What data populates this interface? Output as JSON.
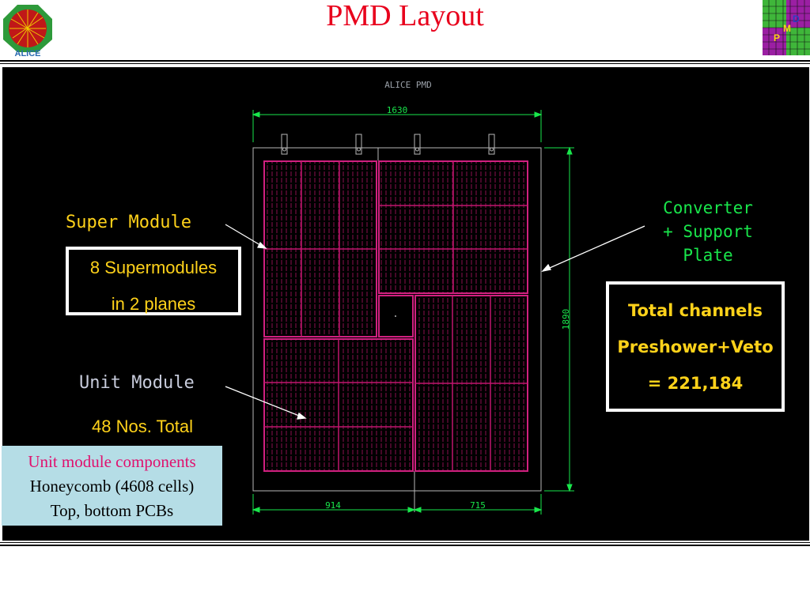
{
  "title": "PMD  Layout",
  "logos": {
    "left_text": "ALICE",
    "right_letters": [
      "P",
      "M",
      "D"
    ]
  },
  "drawing": {
    "caption": "ALICE PMD",
    "dim_width": "1630",
    "dim_height": "1890",
    "dim_bottom_left": "914",
    "dim_bottom_right": "715"
  },
  "labels": {
    "super_module": "Super Module",
    "unit_module": "Unit Module",
    "converter": [
      "Converter",
      "+ Support",
      "Plate"
    ]
  },
  "supermodule_box": {
    "line1": "8  Supermodules",
    "line2": "in 2 planes"
  },
  "unit_count": "48 Nos. Total",
  "total_box": {
    "line1": "Total channels",
    "line2": "Preshower+Veto",
    "line3": "= 221,184"
  },
  "unit_components": {
    "heading": "Unit module components",
    "line1": "Honeycomb (4608 cells)",
    "line2": "Top, bottom PCBs"
  },
  "colors": {
    "title": "#e8001c",
    "accent_yellow": "#ffd21a",
    "drawing_green": "#19e64b",
    "grid_magenta": "#c0156e"
  }
}
